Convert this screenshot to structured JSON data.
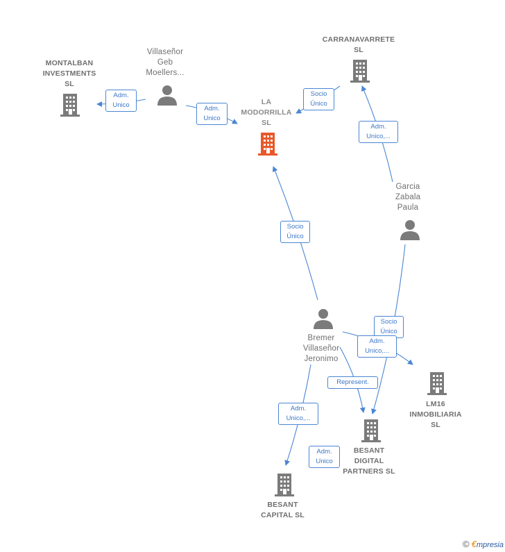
{
  "nodes": {
    "la_modorrilla": {
      "label": "LA\nMODORRILLA\nSL",
      "icon": "building-icon",
      "color": "#e8582a"
    },
    "montalban": {
      "label": "MONTALBAN\nINVESTMENTS\nSL",
      "icon": "building-icon",
      "color": "#7b7b7b"
    },
    "villasenor_geb": {
      "label": "Villaseñor\nGeb\nMoellers...",
      "icon": "person-icon",
      "color": "#7b7b7b"
    },
    "carranavarrete": {
      "label": "CARRANAVARRETE\nSL",
      "icon": "building-icon",
      "color": "#7b7b7b"
    },
    "garcia_zabala": {
      "label": "Garcia\nZabala\nPaula",
      "icon": "person-icon",
      "color": "#7b7b7b"
    },
    "bremer": {
      "label": "Bremer\nVillaseñor\nJeronimo",
      "icon": "person-icon",
      "color": "#7b7b7b"
    },
    "lm16": {
      "label": "LM16\nINMOBILIARIA\nSL",
      "icon": "building-icon",
      "color": "#7b7b7b"
    },
    "besant_digital": {
      "label": "BESANT\nDIGITAL\nPARTNERS SL",
      "icon": "building-icon",
      "color": "#7b7b7b"
    },
    "besant_capital": {
      "label": "BESANT\nCAPITAL SL",
      "icon": "building-icon",
      "color": "#7b7b7b"
    }
  },
  "edges": {
    "geb_to_montalban": "Adm.\nUnico",
    "geb_to_modorrilla": "Adm.\nUnico",
    "carrana_to_modorrilla": "Socio\nÚnico",
    "garcia_to_carrana": "Adm.\nUnico,...",
    "bremer_to_modorrilla": "Socio\nÚnico",
    "garcia_to_besant_digital": "Socio\nÚnico",
    "bremer_to_lm16": "Adm.\nUnico,...",
    "bremer_to_besant_digital": "Represent.",
    "bremer_to_besant_capital": "Adm.\nUnico,...",
    "digital_to_capital": "Adm.\nUnico"
  },
  "colors": {
    "edge": "#4a86d4",
    "accent": "#e8582a",
    "node": "#7b7b7b"
  },
  "footer": {
    "copyright": "©",
    "brand_e": "€",
    "brand_rest": "mpresia"
  }
}
